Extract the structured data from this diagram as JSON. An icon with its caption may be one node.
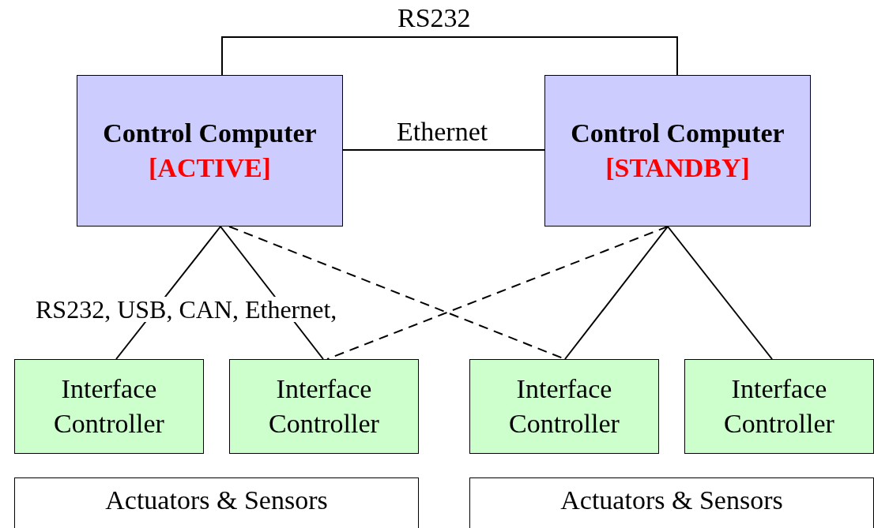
{
  "diagram": {
    "nodes": [
      {
        "text": [
          "Control Computer",
          "[ACTIVE]"
        ]
      },
      {
        "text": [
          "Control Computer",
          "[STANDBY]"
        ]
      },
      {
        "text": [
          "Interface Controller"
        ]
      },
      {
        "text": [
          "Interface Controller"
        ]
      },
      {
        "text": [
          "Interface Controller"
        ]
      },
      {
        "text": [
          "Interface Controller"
        ]
      },
      {
        "text": [
          "Actuators & Sensors"
        ]
      },
      {
        "text": [
          "Actuators & Sensors"
        ]
      }
    ],
    "edges": [
      {
        "from": 0,
        "to": 1,
        "arrow": "none",
        "label": "RS232"
      },
      {
        "from": 0,
        "to": 1,
        "arrow": "none",
        "label": "Ethernet"
      },
      {
        "from": 0,
        "to": 2,
        "arrow": "none"
      },
      {
        "from": 0,
        "to": 3,
        "arrow": "none"
      },
      {
        "from": 0,
        "to": 4,
        "arrow": "none",
        "style": "dashed"
      },
      {
        "from": 1,
        "to": 3,
        "arrow": "none",
        "style": "dashed"
      },
      {
        "from": 1,
        "to": 4,
        "arrow": "none"
      },
      {
        "from": 1,
        "to": 5,
        "arrow": "none"
      }
    ],
    "labels": [
      "RS232, USB, CAN, Ethernet,"
    ]
  }
}
